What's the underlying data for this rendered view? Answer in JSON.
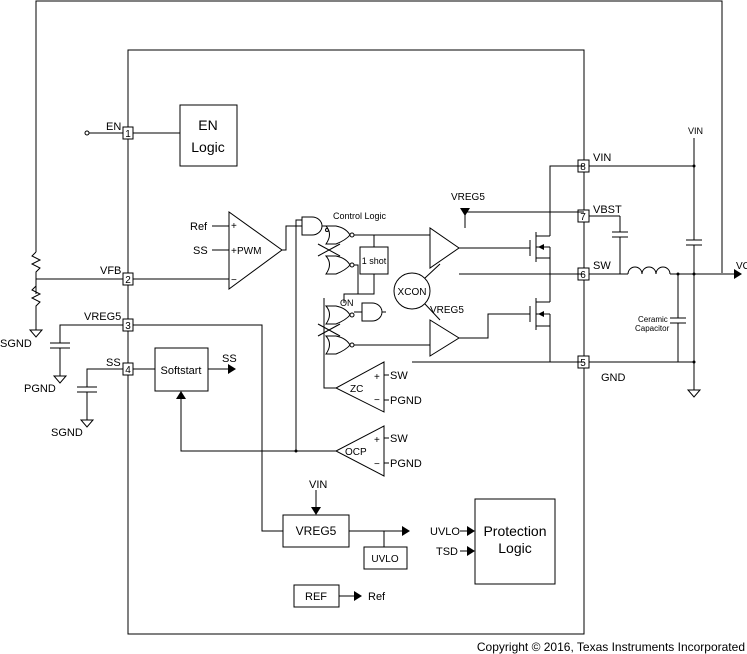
{
  "blocks": {
    "en_logic": [
      "EN",
      "Logic"
    ],
    "softstart": "Softstart",
    "vreg5": "VREG5",
    "uvlo": "UVLO",
    "protection_logic": [
      "Protection",
      "Logic"
    ],
    "ref": "REF",
    "one_shot": "1 shot",
    "xcon": "XCON",
    "control_logic": "Control Logic"
  },
  "pins": [
    {
      "num": "1",
      "name": "EN"
    },
    {
      "num": "2",
      "name": "VFB"
    },
    {
      "num": "3",
      "name": "VREG5"
    },
    {
      "num": "4",
      "name": "SS"
    },
    {
      "num": "5",
      "name": "GND"
    },
    {
      "num": "6",
      "name": "SW"
    },
    {
      "num": "7",
      "name": "VBST"
    },
    {
      "num": "8",
      "name": "VIN"
    }
  ],
  "comparators": {
    "pwm": {
      "label": "PWM",
      "inputs": [
        "Ref",
        "SS"
      ]
    },
    "zc": {
      "label": "ZC",
      "inputs": [
        "SW",
        "PGND"
      ]
    },
    "ocp": {
      "label": "OCP",
      "inputs": [
        "SW",
        "PGND"
      ]
    }
  },
  "signals": {
    "sgnd": "SGND",
    "pgnd": "PGND",
    "ss_out": "SS",
    "vin": "VIN",
    "uvlo_in": "UVLO",
    "tsd_in": "TSD",
    "ref_out": "Ref",
    "vreg5_top": "VREG5",
    "vreg5_mid": "VREG5",
    "on": "ON",
    "vout": "VO",
    "ceramic": [
      "Ceramic",
      "Capacitor"
    ],
    "plus": "+",
    "minus": "−"
  },
  "copyright": "Copyright © 2016, Texas Instruments Incorporated"
}
